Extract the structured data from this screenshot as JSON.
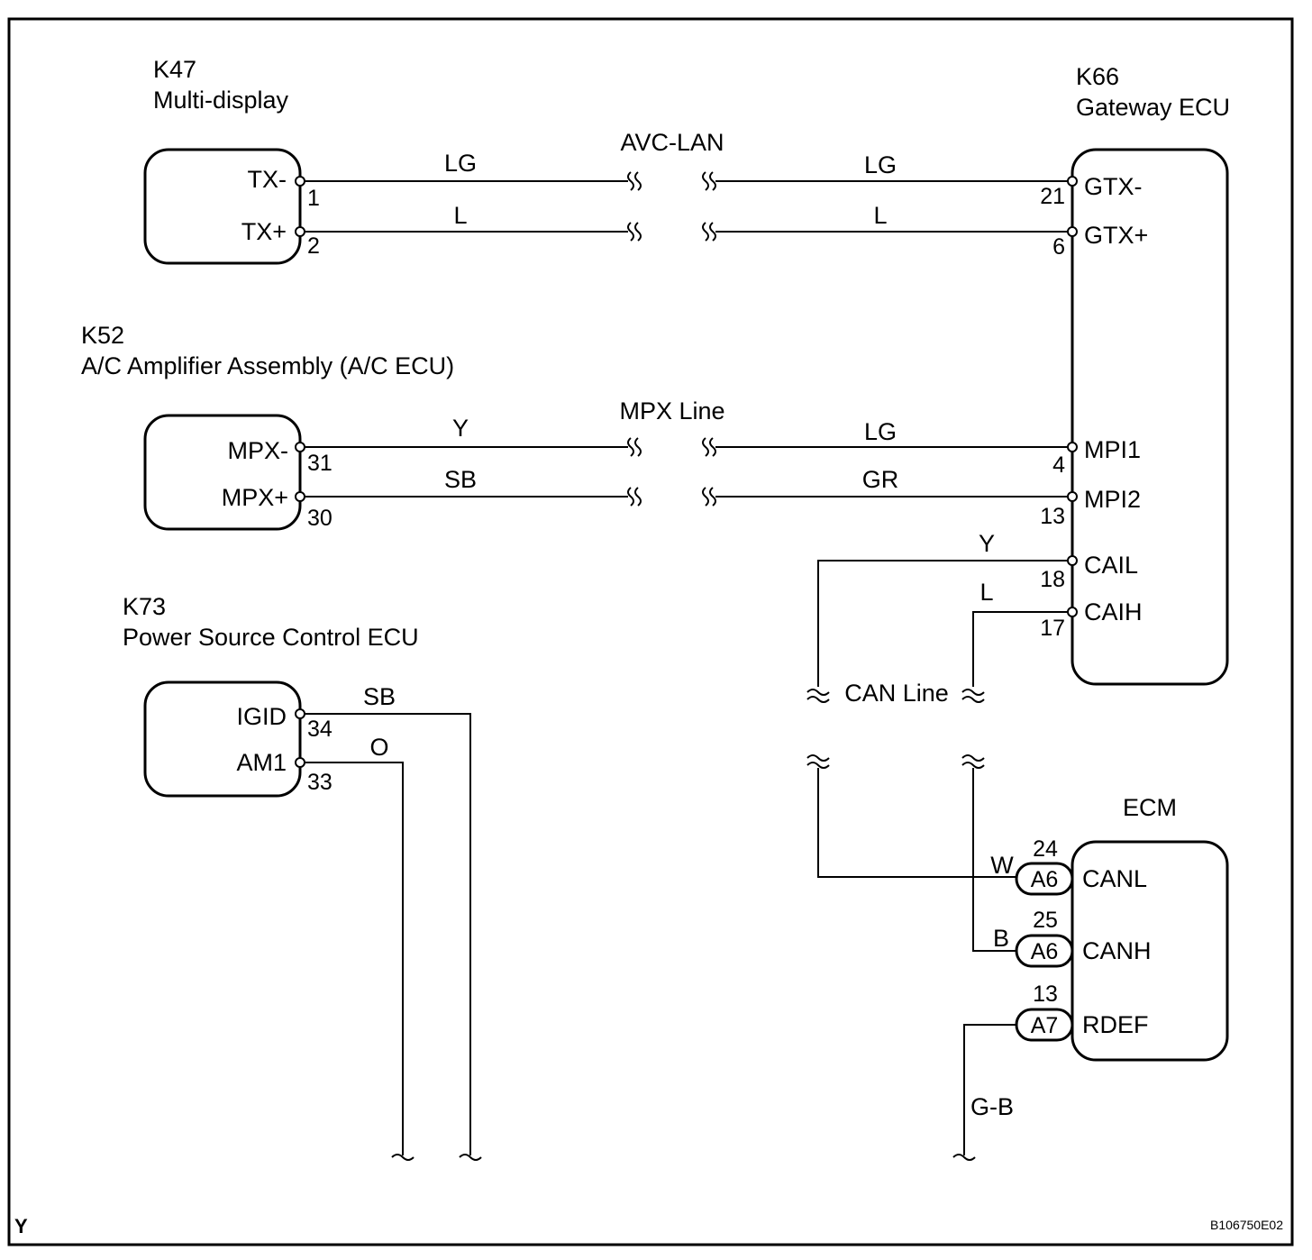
{
  "components": {
    "k47": {
      "id": "K47",
      "name": "Multi-display",
      "pins": [
        "TX-",
        "TX+"
      ],
      "pin_numbers": [
        "1",
        "2"
      ]
    },
    "k52": {
      "id": "K52",
      "name": "A/C Amplifier Assembly (A/C ECU)",
      "pins": [
        "MPX-",
        "MPX+"
      ],
      "pin_numbers": [
        "31",
        "30"
      ]
    },
    "k73": {
      "id": "K73",
      "name": "Power Source Control ECU",
      "pins": [
        "IGID",
        "AM1"
      ],
      "pin_numbers": [
        "34",
        "33"
      ]
    },
    "k66": {
      "id": "K66",
      "name": "Gateway ECU",
      "pins": [
        "GTX-",
        "GTX+",
        "MPI1",
        "MPI2",
        "CAIL",
        "CAIH"
      ],
      "pin_numbers": [
        "21",
        "6",
        "4",
        "13",
        "18",
        "17"
      ]
    },
    "ecm": {
      "name": "ECM",
      "pins": [
        "CANL",
        "CANH",
        "RDEF"
      ],
      "pin_numbers": [
        "24",
        "25",
        "13"
      ],
      "connectors": [
        "A6",
        "A6",
        "A7"
      ]
    }
  },
  "buses": {
    "avc_lan": "AVC-LAN",
    "mpx_line": "MPX Line",
    "can_line": "CAN Line"
  },
  "wire_colors": {
    "avc_left": [
      "LG",
      "L"
    ],
    "avc_right": [
      "LG",
      "L"
    ],
    "mpx_left": [
      "Y",
      "SB"
    ],
    "mpx_right": [
      "LG",
      "GR"
    ],
    "can_gateway": [
      "Y",
      "L"
    ],
    "ecm": [
      "W",
      "B",
      "G-B"
    ],
    "k73": [
      "SB",
      "O"
    ]
  },
  "footer": {
    "corner_mark": "Y",
    "figure_code": "B106750E02"
  }
}
